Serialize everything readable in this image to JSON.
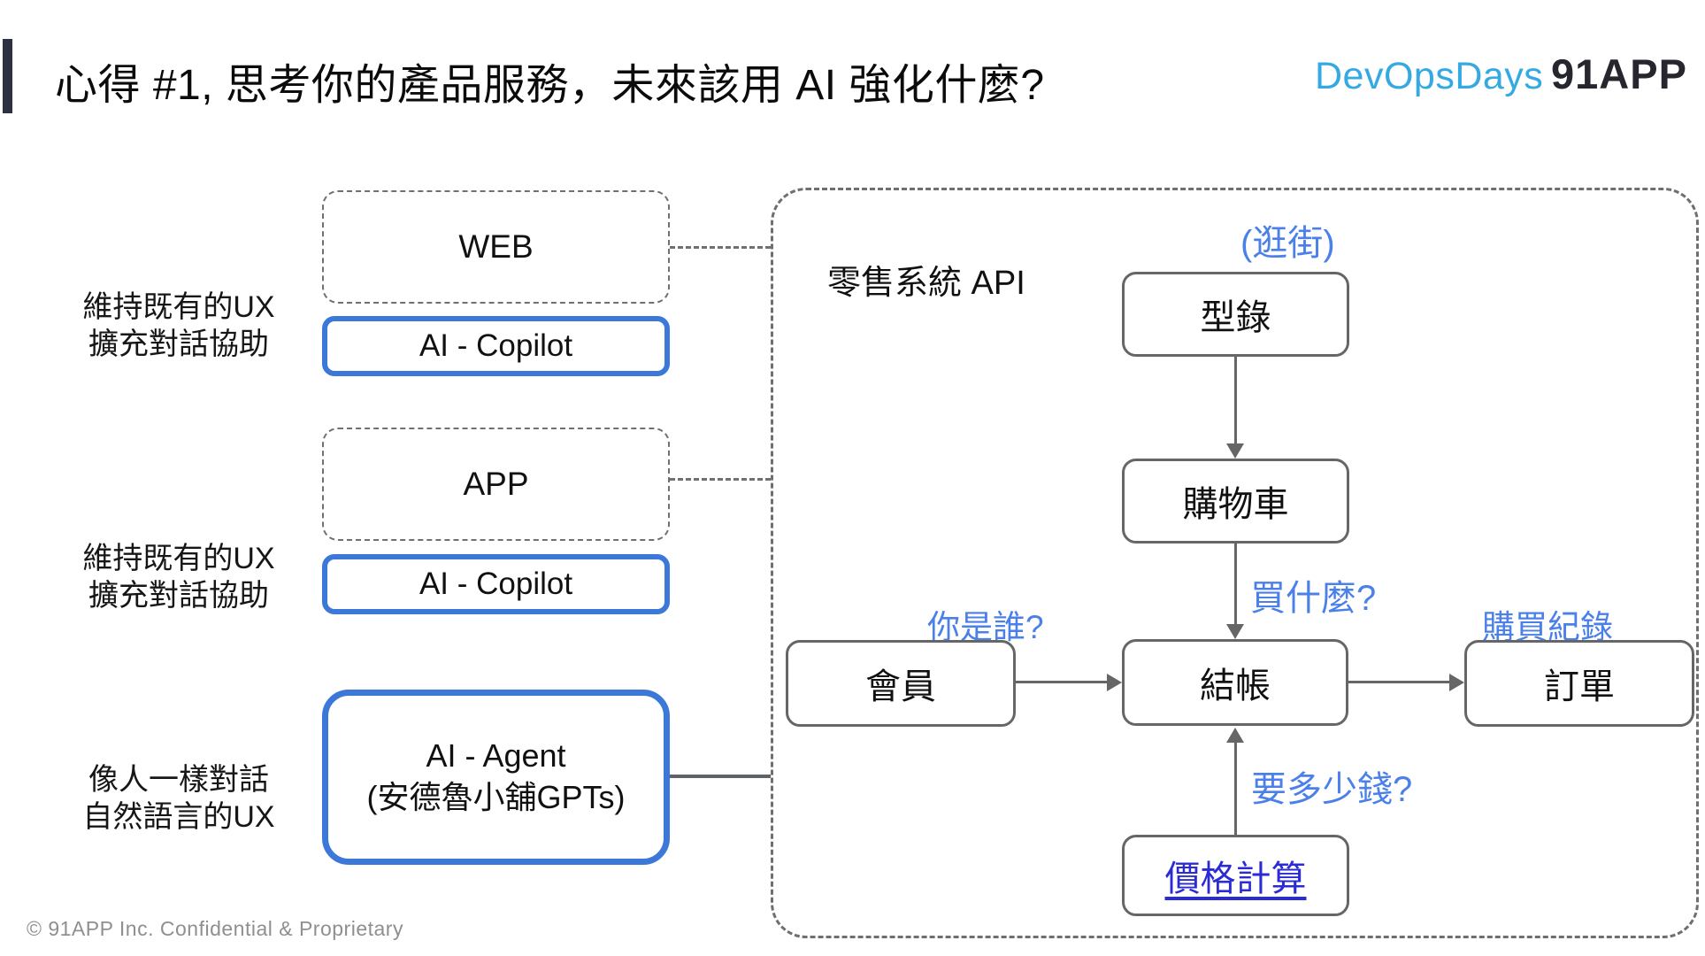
{
  "header": {
    "title": "心得 #1, 思考你的產品服務，未來該用 AI 強化什麼?",
    "logo_devopsdays": "DevOpsDays",
    "logo_91app": "91APP"
  },
  "left_column": {
    "groups": [
      {
        "label_lines": [
          "維持既有的UX",
          "擴充對話協助"
        ],
        "main_box": "WEB",
        "ai_box": "AI - Copilot"
      },
      {
        "label_lines": [
          "維持既有的UX",
          "擴充對話協助"
        ],
        "main_box": "APP",
        "ai_box": "AI - Copilot"
      },
      {
        "label_lines": [
          "像人一樣對話",
          "自然語言的UX"
        ],
        "agent_box_lines": [
          "AI - Agent",
          "(安德魯小舖GPTs)"
        ]
      }
    ]
  },
  "api_panel": {
    "title": "零售系統 API",
    "nodes": {
      "catalog": "型錄",
      "cart": "購物車",
      "member": "會員",
      "checkout": "結帳",
      "order": "訂單",
      "pricing_link": "價格計算"
    },
    "annotations": {
      "browse": "(逛街)",
      "who_are_you": "你是誰?",
      "what_to_buy": "買什麼?",
      "purchase_history": "購買紀錄",
      "how_much": "要多少錢?"
    }
  },
  "footer": {
    "copyright": "© 91APP Inc. Confidential & Proprietary"
  },
  "colors": {
    "accent_blue_border": "#3c78d8",
    "annotation_blue": "#4a80e8",
    "link_blue": "#2b2bd6",
    "devopsdays_blue": "#35a9e1",
    "brand_dark": "#26262e",
    "flow_line_gray": "#666666",
    "dashed_gray": "#707070",
    "footer_gray": "#8f8f8f",
    "accent_bar_dark": "#2d3142"
  }
}
